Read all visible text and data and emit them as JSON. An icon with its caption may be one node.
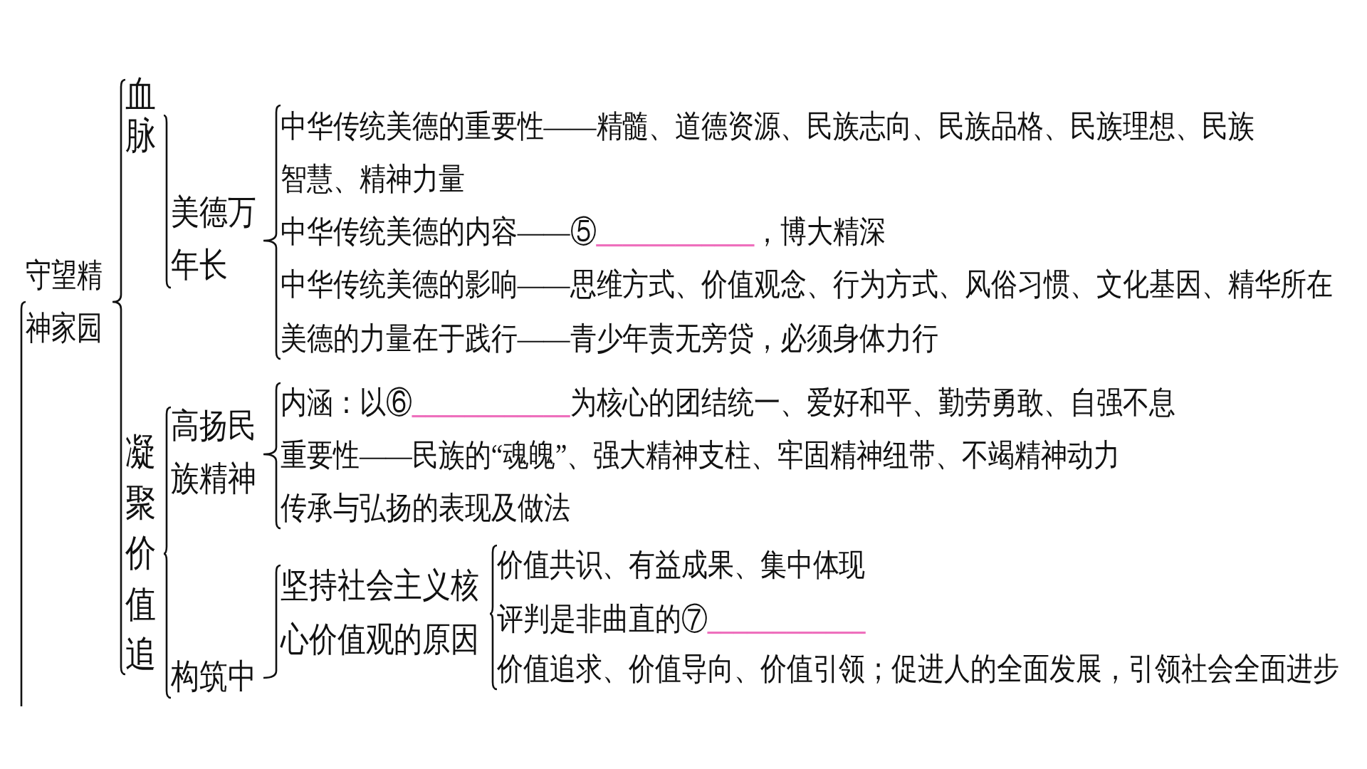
{
  "diagram": {
    "nodes": [
      {
        "text": [
          "守望精神家园"
        ]
      },
      {
        "text": [
          "血脉"
        ]
      },
      {
        "text": [
          "美德万年长"
        ]
      },
      {
        "text": [
          "中华传统美德的重要性——精髓、道德资源、民族志向、民族品格、民族理想、民族智慧、精神力量"
        ]
      },
      {
        "text": [
          "中华传统美德的内容——⑤____________，博大精深"
        ]
      },
      {
        "text": [
          "中华传统美德的影响——思维方式、价值观念、行为方式、风俗习惯、文化基因、精华所在"
        ]
      },
      {
        "text": [
          "美德的力量在于践行——青少年责无旁贷，必须身体力行"
        ]
      },
      {
        "text": [
          "凝聚价值追"
        ]
      },
      {
        "text": [
          "高扬民族精神"
        ]
      },
      {
        "text": [
          "内涵：以⑥____________为核心的团结统一、爱好和平、勤劳勇敢、自强不息"
        ]
      },
      {
        "text": [
          "重要性——民族的“魂魄”、强大精神支柱、牢固精神纽带、不竭精神动力"
        ]
      },
      {
        "text": [
          "传承与弘扬的表现及做法"
        ]
      },
      {
        "text": [
          "构筑中"
        ]
      },
      {
        "text": [
          "坚持社会主义核心价值观的原因"
        ]
      },
      {
        "text": [
          "价值共识、有益成果、集中体现"
        ]
      },
      {
        "text": [
          "评判是非曲直的⑦____________"
        ]
      },
      {
        "text": [
          "价值追求、价值导向、价值引领；促进人的全面发展，引领社会全面进步"
        ]
      }
    ],
    "edges": [
      {
        "from": null,
        "to": 0,
        "arrow": "none"
      },
      {
        "from": 0,
        "to": 1,
        "arrow": "none"
      },
      {
        "from": 0,
        "to": 7,
        "arrow": "none"
      },
      {
        "from": 1,
        "to": 2,
        "arrow": "none"
      },
      {
        "from": 2,
        "to": 3,
        "arrow": "none"
      },
      {
        "from": 2,
        "to": 4,
        "arrow": "none"
      },
      {
        "from": 2,
        "to": 5,
        "arrow": "none"
      },
      {
        "from": 2,
        "to": 6,
        "arrow": "none"
      },
      {
        "from": 7,
        "to": 8,
        "arrow": "none"
      },
      {
        "from": 7,
        "to": 12,
        "arrow": "none"
      },
      {
        "from": 8,
        "to": 9,
        "arrow": "none"
      },
      {
        "from": 8,
        "to": 10,
        "arrow": "none"
      },
      {
        "from": 8,
        "to": 11,
        "arrow": "none"
      },
      {
        "from": 12,
        "to": 13,
        "arrow": "none"
      },
      {
        "from": 13,
        "to": 14,
        "arrow": "none"
      },
      {
        "from": 13,
        "to": 15,
        "arrow": "none"
      },
      {
        "from": 13,
        "to": 16,
        "arrow": "none"
      }
    ]
  }
}
